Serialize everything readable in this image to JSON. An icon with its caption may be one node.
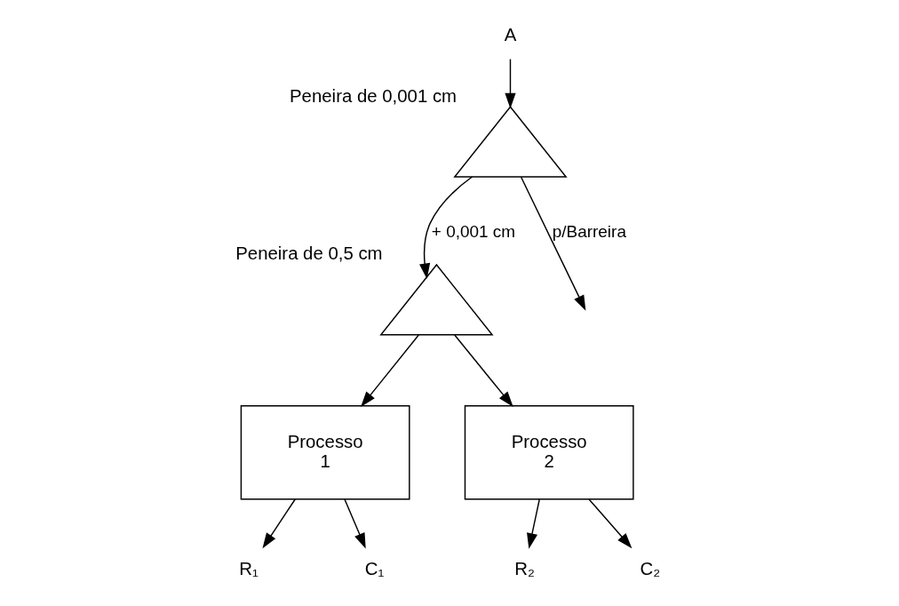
{
  "diagram": {
    "nodes": [
      {
        "text": [
          "A"
        ]
      },
      {
        "text": [],
        "shape": "triangle",
        "beside": [
          "Peneira de 0,001 cm"
        ]
      },
      {
        "text": [],
        "shape": "triangle",
        "beside": [
          "Peneira de 0,5 cm"
        ]
      },
      {
        "text": [
          "Processo",
          "1"
        ]
      },
      {
        "text": [
          "Processo",
          "2"
        ]
      },
      {
        "text": [
          "R₁"
        ]
      },
      {
        "text": [
          "R₂"
        ]
      },
      {
        "text": [
          "C₁"
        ]
      },
      {
        "text": [
          "C₂"
        ]
      }
    ],
    "edges": [
      {
        "from": 0,
        "to": 1,
        "arrow": "to"
      },
      {
        "from": 1,
        "to": 2,
        "arrow": "to",
        "label": "+ 0,001 cm"
      },
      {
        "from": 1,
        "to": null,
        "arrow": "to",
        "label": "p/Barreira"
      },
      {
        "from": 2,
        "to": 3,
        "arrow": "to"
      },
      {
        "from": 2,
        "to": 4,
        "arrow": "to"
      },
      {
        "from": 3,
        "to": 5,
        "arrow": "to"
      },
      {
        "from": 4,
        "to": 6,
        "arrow": "to"
      },
      {
        "from": 3,
        "to": 7,
        "arrow": "to"
      },
      {
        "from": 4,
        "to": 8,
        "arrow": "to"
      }
    ]
  }
}
